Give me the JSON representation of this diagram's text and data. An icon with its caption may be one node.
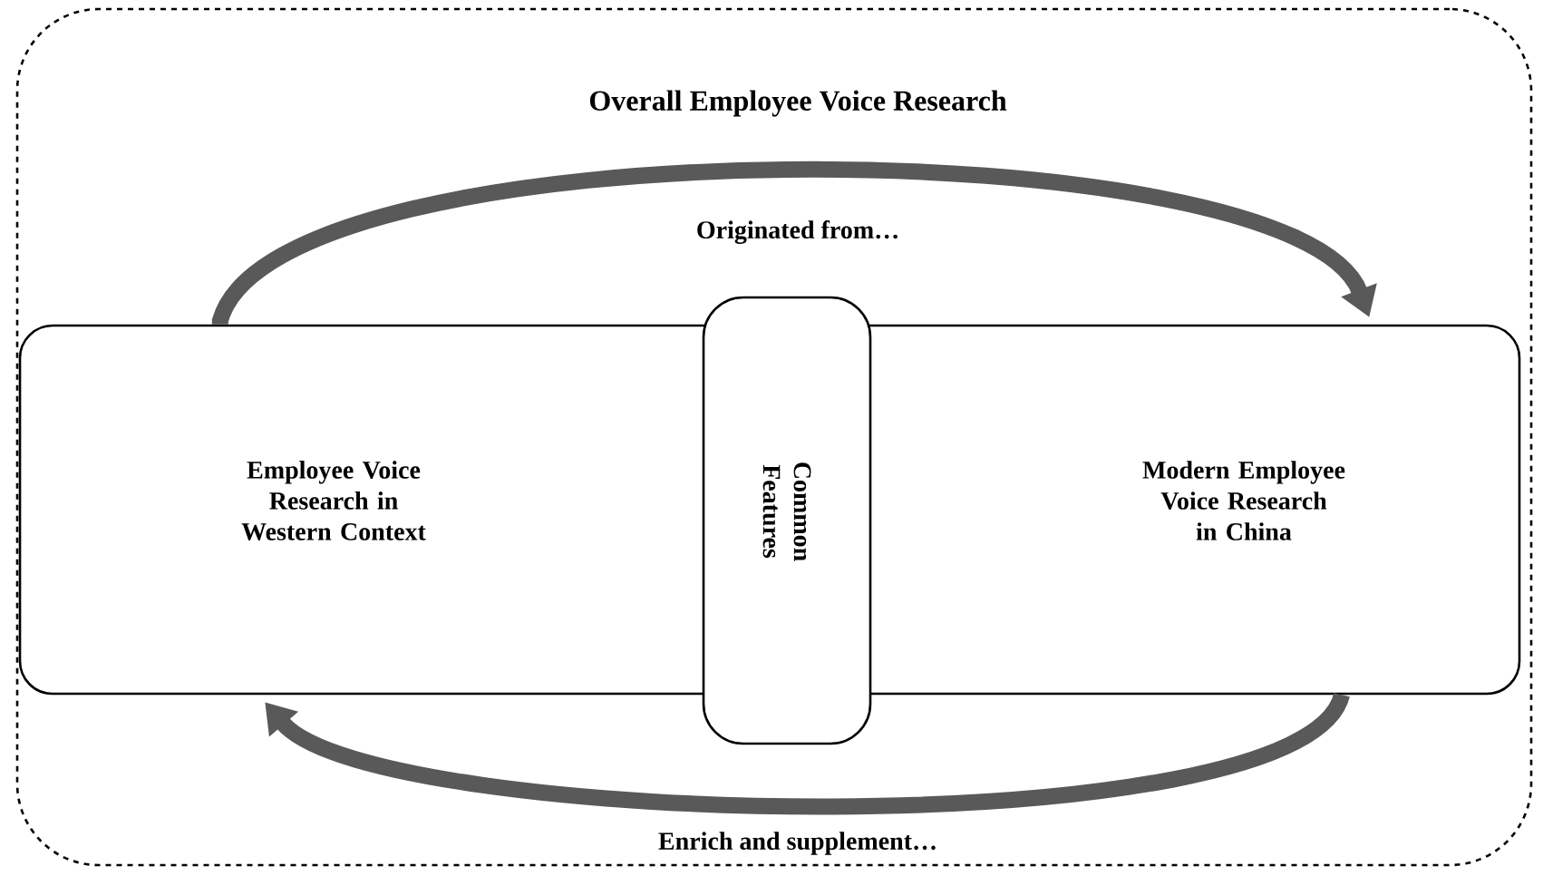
{
  "diagram": {
    "nodes": [
      {
        "text": [
          "Overall Employee Voice Research"
        ]
      },
      {
        "text": [
          "Employee Voice Research in Western Context"
        ],
        "in": 0
      },
      {
        "text": [
          "Common Features"
        ],
        "in": 0
      },
      {
        "text": [
          "Modern Employee Voice Research in China"
        ],
        "in": 0
      }
    ],
    "edges": [
      {
        "from": 1,
        "to": 3,
        "arrow": "to",
        "label": "Originated from…"
      },
      {
        "from": 3,
        "to": 1,
        "arrow": "to",
        "label": "Enrich and supplement…"
      }
    ]
  }
}
